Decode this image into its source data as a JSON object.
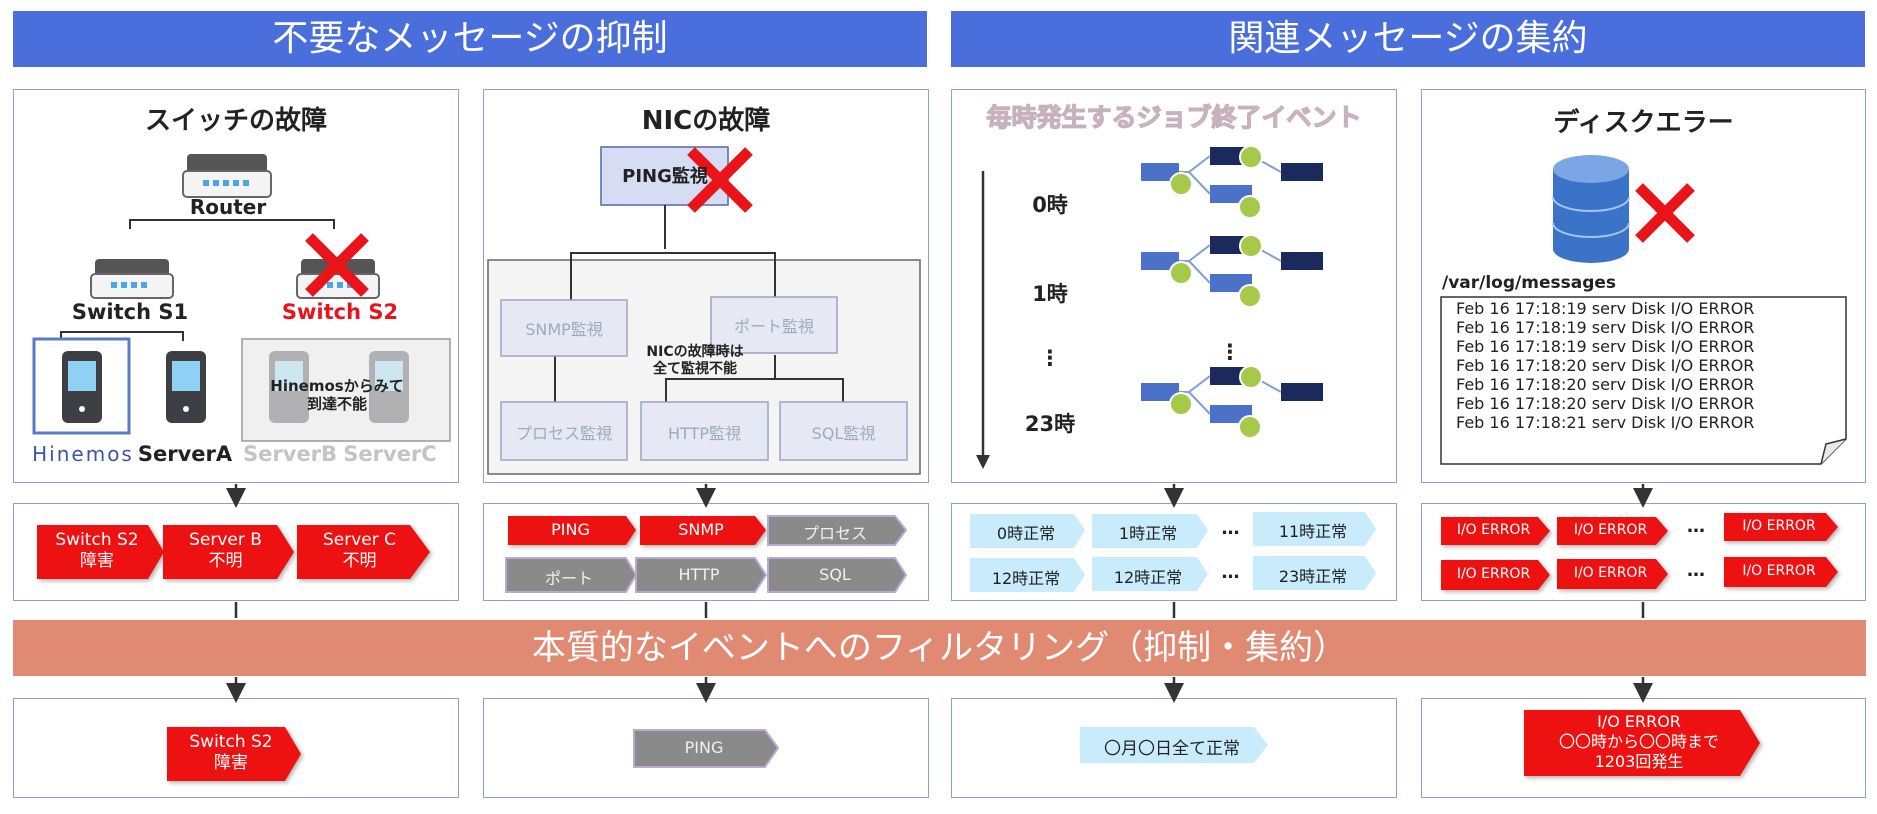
{
  "headers": {
    "left": "不要なメッセージの抑制",
    "right": "関連メッセージの集約"
  },
  "panels": {
    "switch": {
      "title": "スイッチの故障",
      "router": "Router",
      "switch_s1": "Switch S1",
      "switch_s2": "Switch S2",
      "hinemos": "Hinemos",
      "server_a": "ServerA",
      "server_b": "ServerB",
      "server_c": "ServerC",
      "unreachable": "Hinemosからみて\n到達不能"
    },
    "nic": {
      "title": "NICの故障",
      "ping": "PING監視",
      "snmp": "SNMP監視",
      "port": "ポート監視",
      "process": "プロセス監視",
      "http": "HTTP監視",
      "sql": "SQL監視",
      "note": "NICの故障時は\n全て監視不能"
    },
    "job": {
      "title": "毎時発生するジョブ終了イベント",
      "h0": "0時",
      "h1": "1時",
      "dots": "⋮",
      "h23": "23時"
    },
    "disk": {
      "title": "ディスクエラー",
      "log_path": "/var/log/messages",
      "log_lines": [
        "Feb 16 17:18:19 serv Disk I/O ERROR",
        "Feb 16 17:18:19 serv Disk I/O ERROR",
        "Feb 16 17:18:19 serv Disk I/O ERROR",
        "Feb 16 17:18:20 serv Disk I/O ERROR",
        "Feb 16 17:18:20 serv Disk I/O ERROR",
        "Feb 16 17:18:20 serv Disk I/O ERROR",
        "Feb 16 17:18:21 serv Disk I/O ERROR"
      ]
    }
  },
  "events": {
    "switch": [
      "Switch S2\n障害",
      "Server B\n不明",
      "Server C\n不明"
    ],
    "nic": [
      "PING",
      "SNMP",
      "プロセス",
      "ポート",
      "HTTP",
      "SQL"
    ],
    "job_row1": [
      "0時正常",
      "1時正常",
      "…",
      "11時正常"
    ],
    "job_row2": [
      "12時正常",
      "12時正常",
      "…",
      "23時正常"
    ],
    "disk_row1": [
      "I/O ERROR",
      "I/O ERROR",
      "…",
      "I/O ERROR"
    ],
    "disk_row2": [
      "I/O ERROR",
      "I/O ERROR",
      "…",
      "I/O ERROR"
    ]
  },
  "filter_bar": "本質的なイベントへのフィルタリング（抑制・集約）",
  "results": {
    "switch": "Switch S2\n障害",
    "nic": "PING",
    "job": "〇月〇日全て正常",
    "disk": "I/O ERROR\n〇〇時から〇〇時まで\n1203回発生"
  },
  "colors": {
    "banner": "#4a6fdc",
    "filter_bar": "#e08a74",
    "event_red": "#ee1111",
    "event_gray": "#8a8a8a",
    "event_lightblue": "#c8ecfb",
    "cross": "#e8141a"
  }
}
